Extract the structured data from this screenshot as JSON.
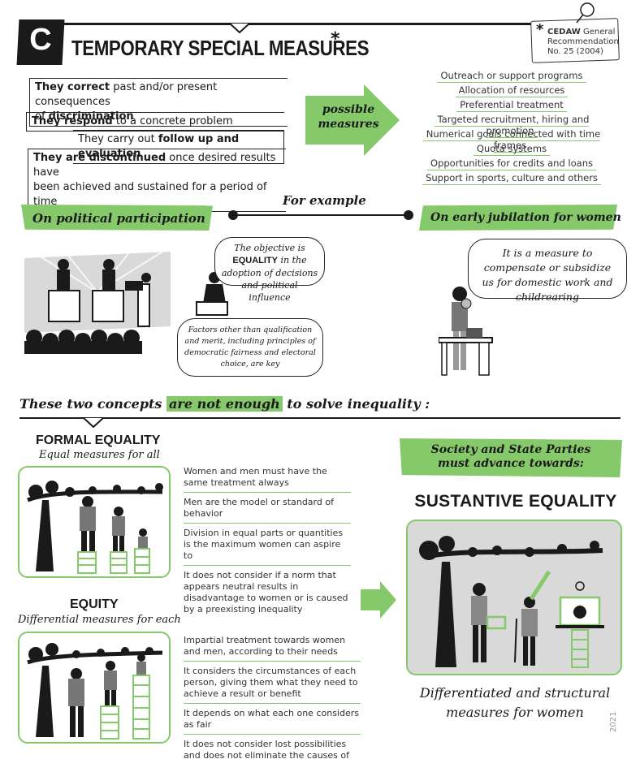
{
  "header": {
    "letter": "C",
    "title": "TEMPORARY SPECIAL MEASURES",
    "asterisk": "*",
    "note_asterisk": "*",
    "note_strong": "CEDAW",
    "note_line1": " General",
    "note_line2": "Recommendation",
    "note_line3": "No. 25 (2004)"
  },
  "characteristics": [
    {
      "bold": "They correct",
      "rest": " past and/or present consequences",
      "line2a": "of ",
      "line2b": "discrimination"
    },
    {
      "bold": "They respond",
      "rest": " to a concrete problem"
    },
    {
      "pre": "They carry out ",
      "bold": "follow up and evaluation"
    },
    {
      "bold": "They are discontinued",
      "rest": " once desired results have",
      "line2": "been achieved and sustained for a period of time"
    }
  ],
  "possible_measures_label": "possible measures",
  "measures": [
    "Outreach or support programs",
    "Allocation of resources",
    "Preferential treatment",
    "Targeted recruitment, hiring and promotion",
    "Numerical goals connected with time frames",
    "Quota systems",
    "Opportunities for credits and loans",
    "Support in sports, culture and others"
  ],
  "for_example": "For example",
  "political": {
    "label": "On political participation",
    "bubble1_pre": "The objective is ",
    "bubble1_bold": "EQUALITY",
    "bubble1_post": " in the adoption of decisions and political influence",
    "bubble2": "Factors other than qualification and merit, including principles of democratic fairness and electoral choice, are key"
  },
  "jubilation": {
    "label": "On early jubilation for women",
    "bubble": "It is a measure to compensate or subsidize us for domestic work and childrearing"
  },
  "concepts": {
    "pre": "These two concepts ",
    "highlight": "are not enough",
    "post": " to solve inequality :"
  },
  "formal": {
    "title": "FORMAL EQUALITY",
    "subtitle": "Equal measures for all",
    "points": [
      "Women and men must have the same treatment always",
      "Men are the model or standard of behavior",
      "Division in equal parts or quantities is the maximum women can aspire to",
      "It does not consider if a norm that appears neutral results in disadvantage to women or is caused by a preexisting inequality"
    ]
  },
  "equity": {
    "title": "EQUITY",
    "subtitle": "Differential measures for each",
    "points": [
      "Impartial treatment towards women and men, according to their needs",
      "It considers the circumstances of each person, giving them what they need to achieve a result or benefit",
      "It depends on what each one considers as fair",
      "It does not consider lost possibilities and does not eliminate the causes of discrimination"
    ]
  },
  "substantive": {
    "banner": "Society and State Parties must advance towards:",
    "title": "SUSTANTIVE EQUALITY",
    "caption": "Differentiated and structural measures for women"
  },
  "year": "2021",
  "colors": {
    "accent": "#86c96a",
    "ink": "#1a1a1a"
  }
}
